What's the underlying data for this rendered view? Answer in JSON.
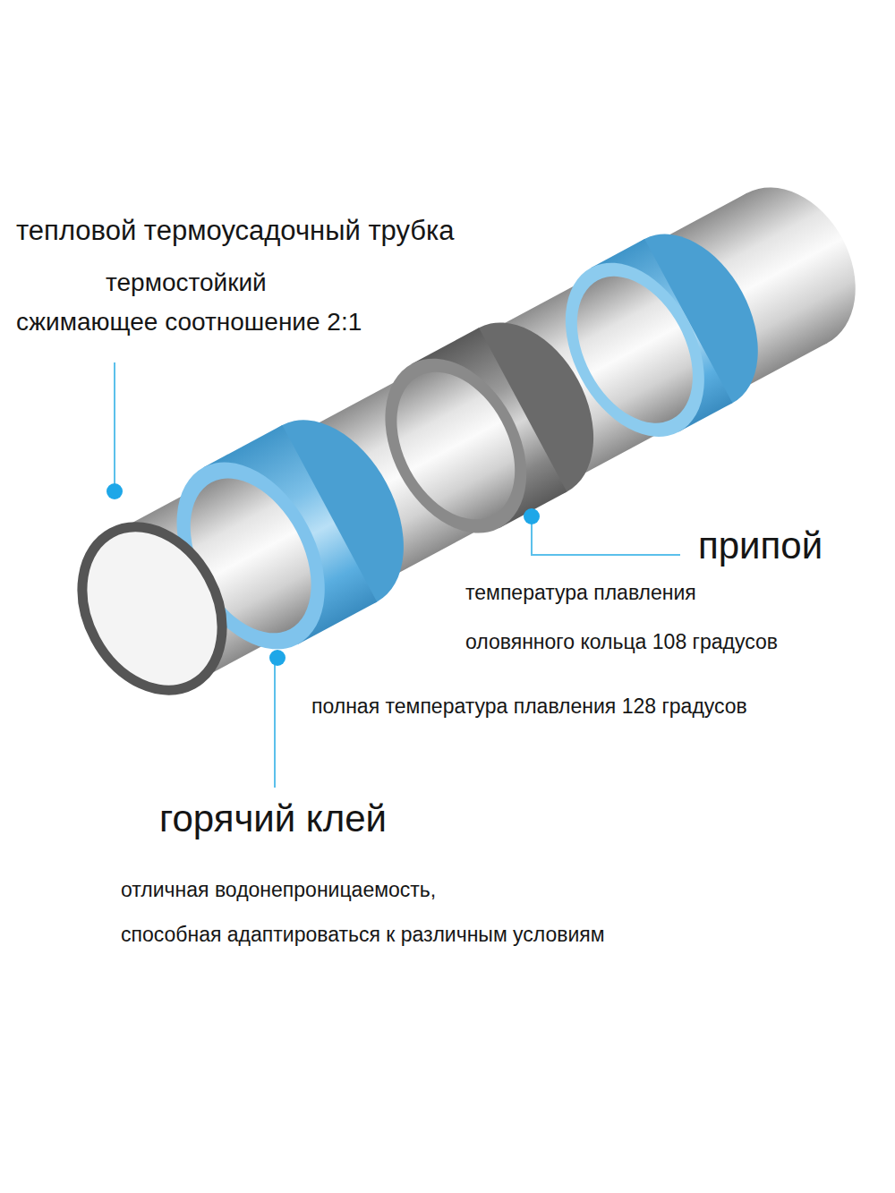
{
  "diagram": {
    "labels": [
      "тепловой термоусадочный трубка",
      "термостойкий",
      "сжимающее соотношение 2:1",
      "припой",
      "температура плавления",
      "оловянного кольца 108 градусов",
      "полная температура плавления 128 градусов",
      "горячий клей",
      "отличная водонепроницаемость,",
      "способная адаптироваться к различным условиям"
    ]
  }
}
